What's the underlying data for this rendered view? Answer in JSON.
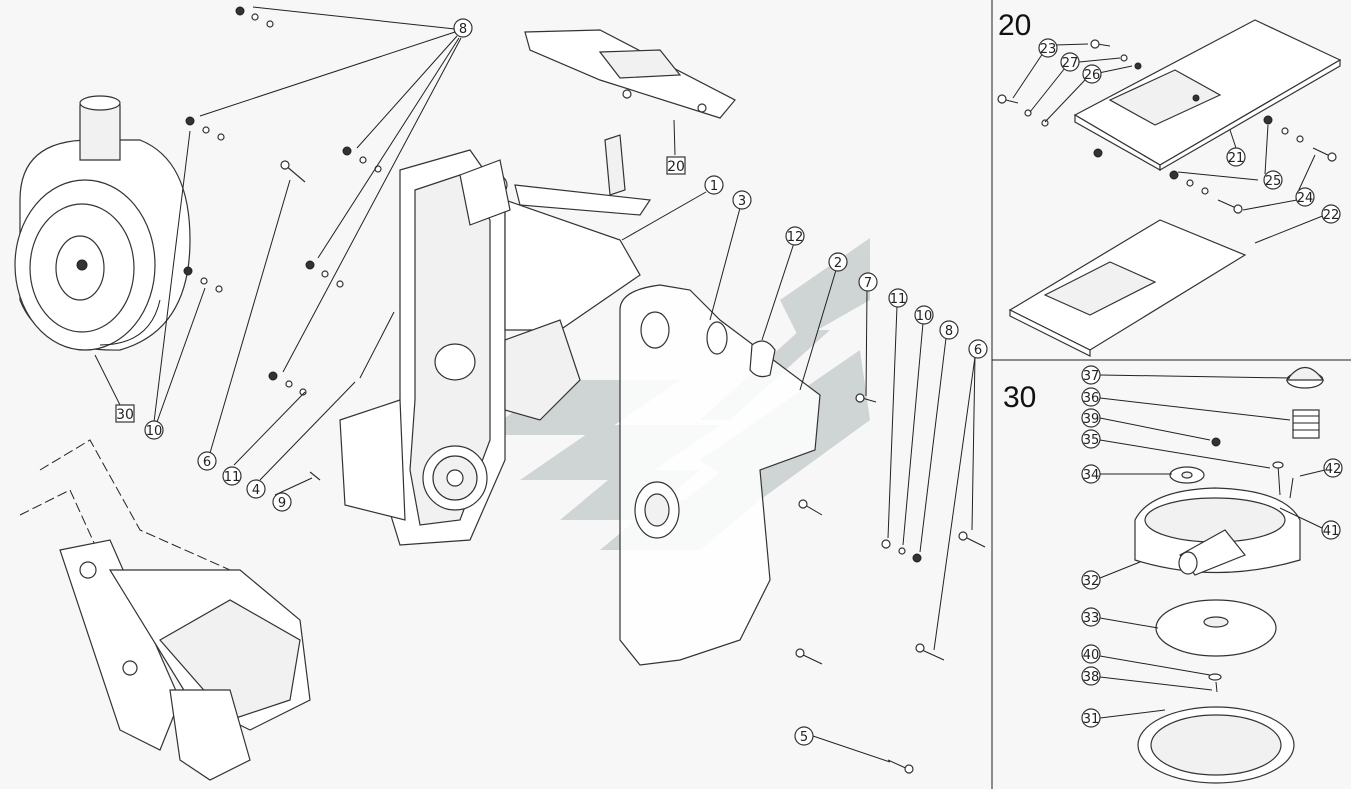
{
  "callouts": {
    "c1": "1",
    "c2": "2",
    "c3": "3",
    "c4": "4",
    "c5": "5",
    "c6a": "6",
    "c6b": "6",
    "c7": "7",
    "c8a": "8",
    "c8b": "8",
    "c9": "9",
    "c10a": "10",
    "c10b": "10",
    "c11a": "11",
    "c11b": "11",
    "c12": "12"
  },
  "boxed": {
    "b20": "20",
    "b30": "30"
  },
  "inset20": {
    "title": "20",
    "callouts": {
      "c21": "21",
      "c22": "22",
      "c23": "23",
      "c24": "24",
      "c25": "25",
      "c26": "26",
      "c27": "27"
    }
  },
  "inset30": {
    "title": "30",
    "callouts": {
      "c31": "31",
      "c32": "32",
      "c33": "33",
      "c34": "34",
      "c35": "35",
      "c36": "36",
      "c37": "37",
      "c38": "38",
      "c39": "39",
      "c40": "40",
      "c41": "41",
      "c42": "42"
    }
  },
  "colors": {
    "watermark": "#c9d0cf",
    "line": "#222222",
    "background": "#f7f7f7"
  }
}
